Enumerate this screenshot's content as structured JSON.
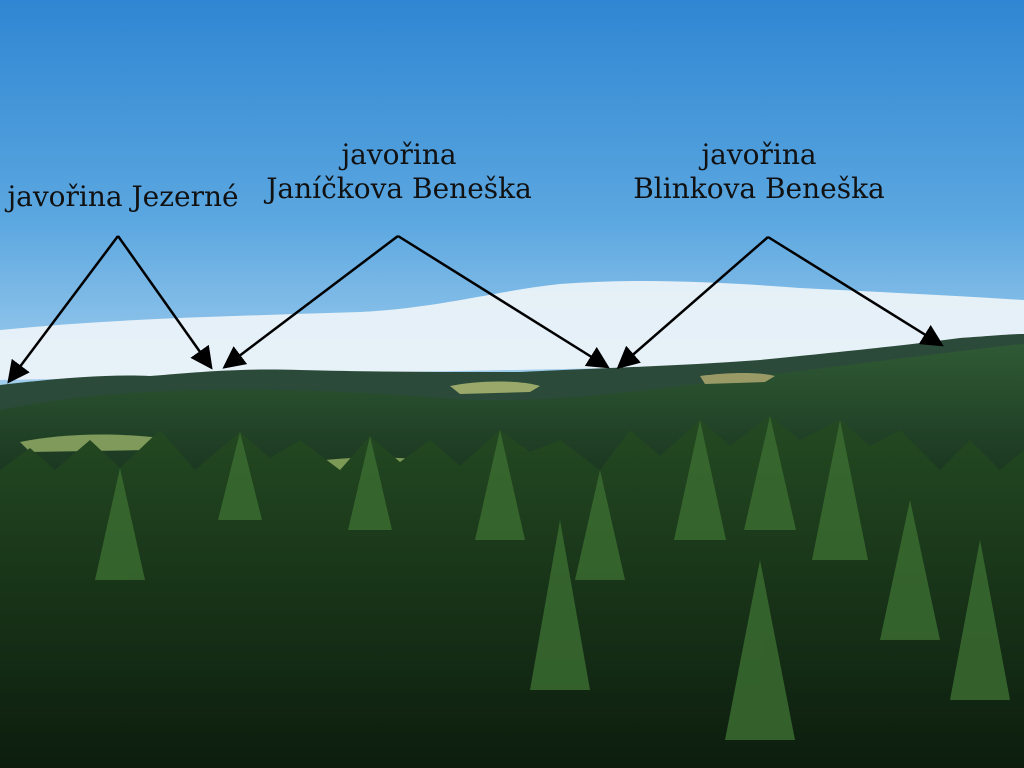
{
  "annotations": [
    {
      "id": "jezerne",
      "lines": [
        "javořina Jezerné"
      ]
    },
    {
      "id": "janickova",
      "lines": [
        "javořina",
        "Janíčkova Beneška"
      ]
    },
    {
      "id": "blinkova",
      "lines": [
        "javořina",
        "Blinkova Beneška"
      ]
    }
  ],
  "colors": {
    "sky_top": "#2f86d2",
    "sky_bottom": "#a9d2ef",
    "cloud": "#eef4f8",
    "far_hills": "#2b4a3a",
    "mid_hills": "#1f3d26",
    "forest_dark": "#0f2412",
    "forest_light": "#2e5a2a",
    "arrow": "#000000",
    "text": "#111111"
  }
}
